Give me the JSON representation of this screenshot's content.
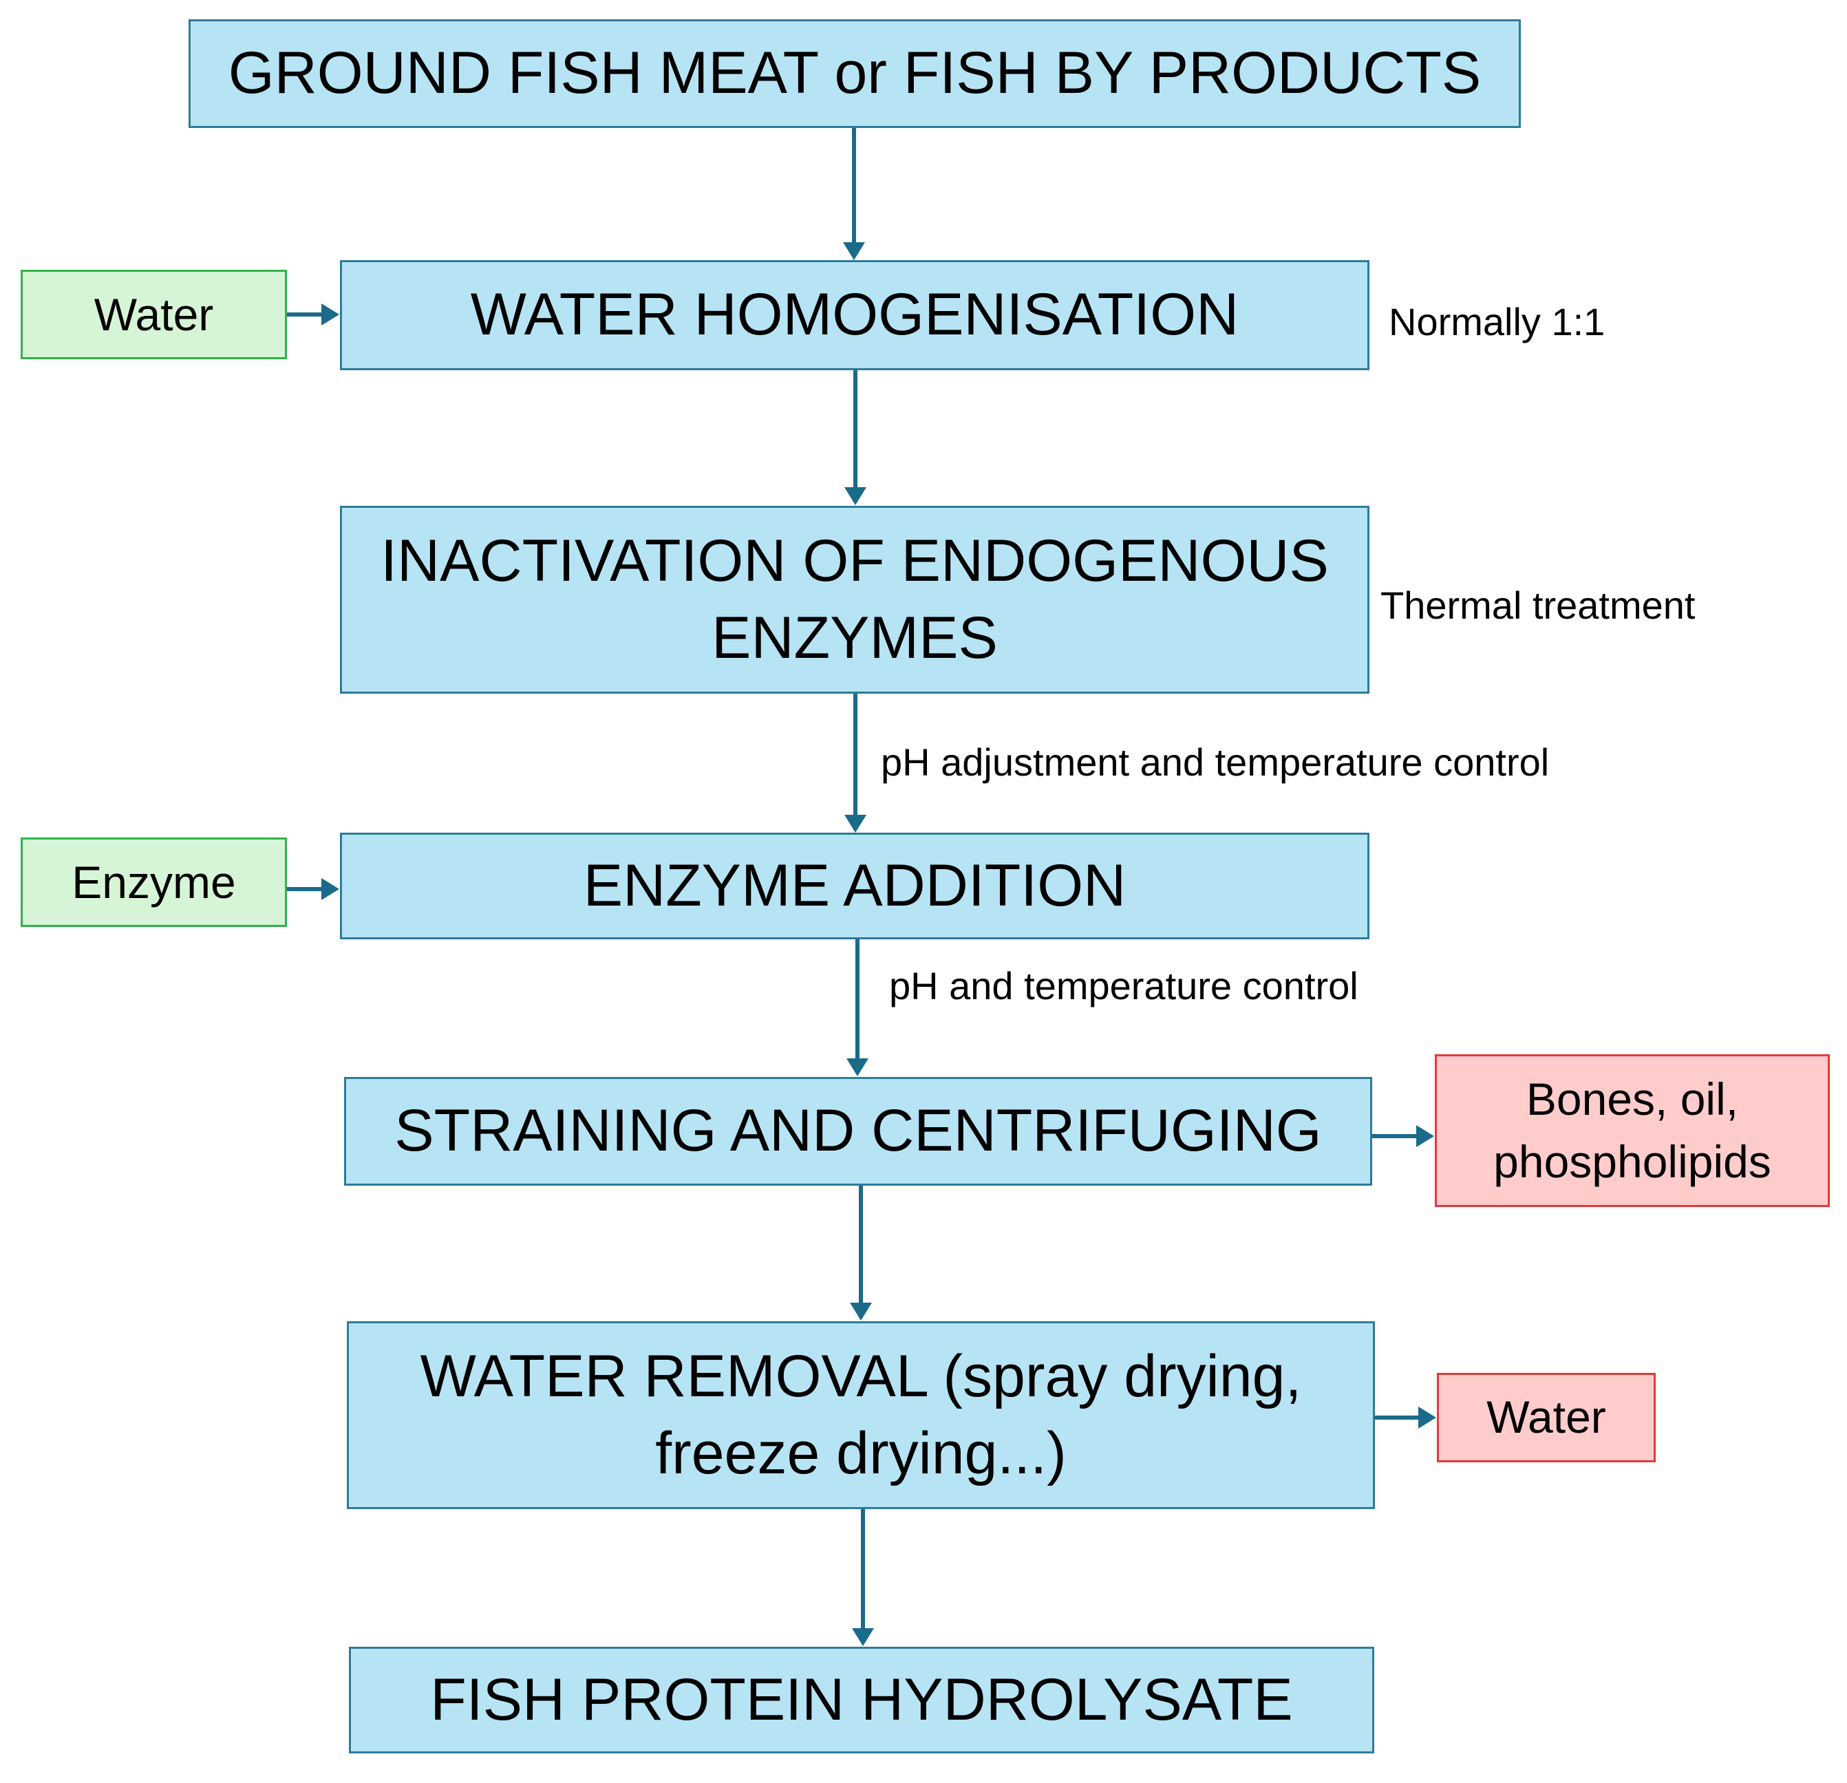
{
  "steps": [
    {
      "id": "ground-fish-meat",
      "label": "GROUND FISH MEAT or FISH BY PRODUCTS"
    },
    {
      "id": "water-homogenisation",
      "label": "WATER HOMOGENISATION"
    },
    {
      "id": "inactivation-of-endogenous-enzymes",
      "label": "INACTIVATION OF ENDOGENOUS ENZYMES"
    },
    {
      "id": "enzyme-addition",
      "label": "ENZYME ADDITION"
    },
    {
      "id": "straining-and-centrifuging",
      "label": "STRAINING AND CENTRIFUGING"
    },
    {
      "id": "water-removal",
      "label": "WATER REMOVAL (spray drying, freeze drying...)"
    },
    {
      "id": "fish-protein-hydrolysate",
      "label": "FISH PROTEIN HYDROLYSATE"
    }
  ],
  "inputs": [
    {
      "id": "water-input",
      "label": "Water",
      "target": "water-homogenisation"
    },
    {
      "id": "enzyme-input",
      "label": "Enzyme",
      "target": "enzyme-addition"
    }
  ],
  "outputs": [
    {
      "id": "bones-oil-phospholipids-output",
      "label": "Bones, oil, phospholipids",
      "source": "straining-and-centrifuging"
    },
    {
      "id": "water-output",
      "label": "Water",
      "source": "water-removal"
    }
  ],
  "notes": [
    {
      "id": "normally-ratio-note",
      "text": "Normally 1:1"
    },
    {
      "id": "thermal-treatment-note",
      "text": "Thermal treatment"
    },
    {
      "id": "ph-adjustment-note",
      "text": "pH adjustment and temperature control"
    },
    {
      "id": "ph-temperature-note",
      "text": "pH and temperature control"
    }
  ],
  "colors": {
    "step_fill": "#b7e4f4",
    "step_border": "#2e7b99",
    "input_fill": "#d6f5d6",
    "input_border": "#2fb34a",
    "output_fill": "#ffcccc",
    "output_border": "#e23a3a",
    "arrow": "#1a6a8a"
  }
}
